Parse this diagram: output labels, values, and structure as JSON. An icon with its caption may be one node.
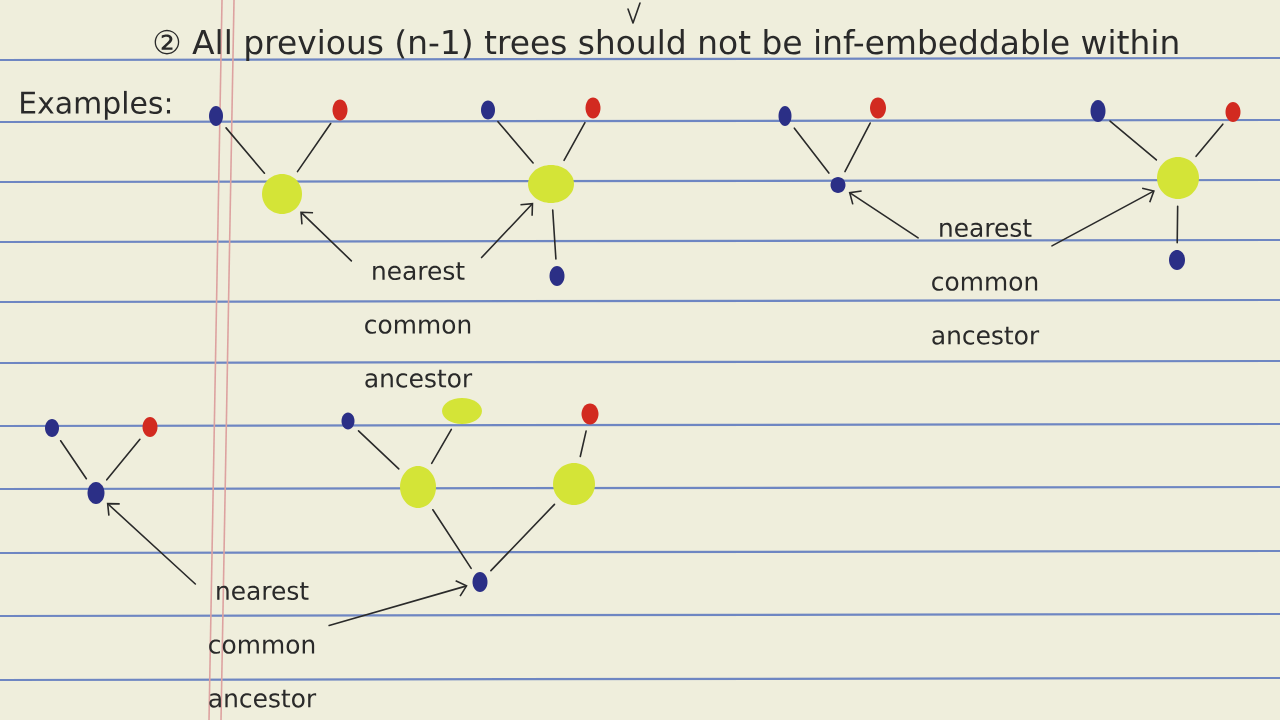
{
  "diagram": {
    "nodes": [
      {
        "text": [],
        "shape": "circle"
      },
      {
        "text": [],
        "shape": "circle"
      },
      {
        "text": [],
        "shape": "circle"
      },
      {
        "text": [],
        "shape": "circle"
      },
      {
        "text": [],
        "shape": "circle"
      },
      {
        "text": [],
        "shape": "circle"
      },
      {
        "text": [],
        "shape": "circle"
      },
      {
        "text": [
          "nearest common ancestor"
        ]
      },
      {
        "text": [],
        "shape": "circle"
      },
      {
        "text": [],
        "shape": "circle"
      },
      {
        "text": [],
        "shape": "circle"
      },
      {
        "text": [],
        "shape": "circle"
      },
      {
        "text": [],
        "shape": "circle"
      },
      {
        "text": [],
        "shape": "circle"
      },
      {
        "text": [],
        "shape": "circle"
      },
      {
        "text": [
          "nearest common ancestor"
        ]
      },
      {
        "text": [],
        "shape": "circle"
      },
      {
        "text": [],
        "shape": "circle"
      },
      {
        "text": [],
        "shape": "circle"
      },
      {
        "text": [],
        "shape": "circle"
      },
      {
        "text": [],
        "shape": "circle"
      },
      {
        "text": [],
        "shape": "circle"
      },
      {
        "text": [],
        "shape": "circle"
      },
      {
        "text": [],
        "shape": "circle"
      },
      {
        "text": [],
        "shape": "circle"
      },
      {
        "text": [
          "nearest common ancestor"
        ]
      }
    ],
    "edges": [
      {
        "from": 0,
        "to": 2,
        "arrow": "none"
      },
      {
        "from": 1,
        "to": 2,
        "arrow": "none"
      },
      {
        "from": 3,
        "to": 5,
        "arrow": "none"
      },
      {
        "from": 4,
        "to": 5,
        "arrow": "none"
      },
      {
        "from": 5,
        "to": 6,
        "arrow": "none"
      },
      {
        "from": 7,
        "to": 2,
        "arrow": "to"
      },
      {
        "from": 7,
        "to": 5,
        "arrow": "to"
      },
      {
        "from": 8,
        "to": 10,
        "arrow": "none"
      },
      {
        "from": 9,
        "to": 10,
        "arrow": "none"
      },
      {
        "from": 11,
        "to": 13,
        "arrow": "none"
      },
      {
        "from": 12,
        "to": 13,
        "arrow": "none"
      },
      {
        "from": 13,
        "to": 14,
        "arrow": "none"
      },
      {
        "from": 15,
        "to": 10,
        "arrow": "to"
      },
      {
        "from": 15,
        "to": 13,
        "arrow": "to"
      },
      {
        "from": 16,
        "to": 18,
        "arrow": "none"
      },
      {
        "from": 17,
        "to": 18,
        "arrow": "none"
      },
      {
        "from": 19,
        "to": 22,
        "arrow": "none"
      },
      {
        "from": 20,
        "to": 22,
        "arrow": "none"
      },
      {
        "from": 21,
        "to": 23,
        "arrow": "none"
      },
      {
        "from": 22,
        "to": 24,
        "arrow": "none"
      },
      {
        "from": 23,
        "to": 24,
        "arrow": "none"
      },
      {
        "from": 25,
        "to": 18,
        "arrow": "to"
      },
      {
        "from": 25,
        "to": 24,
        "arrow": "to"
      }
    ],
    "labels": [
      "② All previous (n-1) trees should not be inf-embeddable within",
      "Examples:"
    ]
  }
}
